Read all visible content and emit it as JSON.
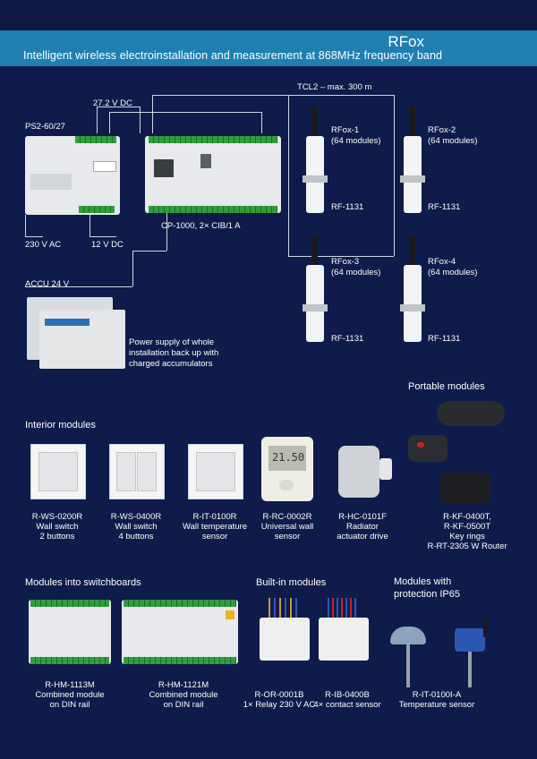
{
  "header": {
    "title": "RFox",
    "subtitle": "Intelligent wireless electroinstallation and measurement at 868MHz frequency band"
  },
  "diagram": {
    "dc_label": "27.2 V DC",
    "tcl_label": "TCL2 – max. 300 m",
    "ps_name": "PS2-60/27",
    "ac_label": "230 V AC",
    "dc12_label": "12 V DC",
    "cp_name": "CP-1000, 2× CIB/1 A",
    "accu_label": "ACCU 24 V",
    "accu_desc": [
      "Power supply of whole",
      "installation back up with",
      "charged accumulators"
    ],
    "rfox": [
      {
        "name": "RFox-1",
        "modules": "(64 modules)",
        "unit": "RF-1131"
      },
      {
        "name": "RFox-2",
        "modules": "(64 modules)",
        "unit": "RF-1131"
      },
      {
        "name": "RFox-3",
        "modules": "(64 modules)",
        "unit": "RF-1131"
      },
      {
        "name": "RFox-4",
        "modules": "(64 modules)",
        "unit": "RF-1131"
      }
    ]
  },
  "portable": {
    "heading": "Portable modules",
    "caption": [
      "R-KF-0400T,",
      "R-KF-0500T",
      "Key rings",
      "R-RT-2305 W Router"
    ]
  },
  "interior": {
    "heading": "Interior modules",
    "items": [
      {
        "code": "R-WS-0200R",
        "desc": [
          "Wall switch",
          "2 buttons"
        ]
      },
      {
        "code": "R-WS-0400R",
        "desc": [
          "Wall switch",
          "4 buttons"
        ]
      },
      {
        "code": "R-IT-0100R",
        "desc": [
          "Wall temperature",
          "sensor"
        ]
      },
      {
        "code": "R-RC-0002R",
        "desc": [
          "Universal wall",
          "sensor"
        ],
        "display": "21.50"
      },
      {
        "code": "R-HC-0101F",
        "desc": [
          "Radiator",
          "actuator drive"
        ]
      }
    ]
  },
  "switchboards": {
    "heading": "Modules into switchboards",
    "items": [
      {
        "code": "R-HM-1113M",
        "desc": [
          "Combined module",
          "on DIN rail"
        ]
      },
      {
        "code": "R-HM-1121M",
        "desc": [
          "Combined module",
          "on DIN rail"
        ]
      }
    ]
  },
  "builtin": {
    "heading": "Built-in modules",
    "items": [
      {
        "code": "R-OR-0001B",
        "desc": [
          "1× Relay 230 V AC"
        ]
      },
      {
        "code": "R-IB-0400B",
        "desc": [
          "4× contact sensor"
        ]
      }
    ]
  },
  "ip65": {
    "heading": [
      "Modules with",
      "protection IP65"
    ],
    "code": "R-IT-0100I-A",
    "desc": "Temperature sensor"
  }
}
